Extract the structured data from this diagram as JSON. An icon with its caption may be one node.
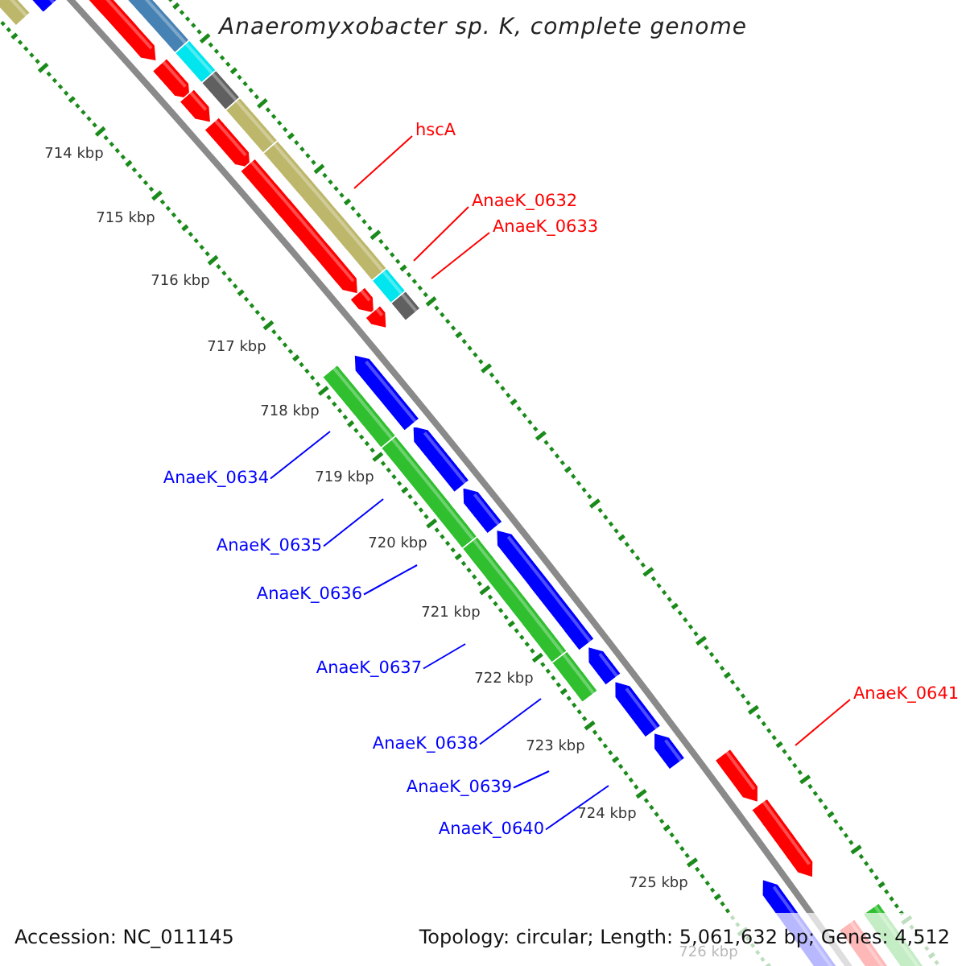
{
  "diagram": {
    "title": "Anaeromyxobacter sp. K, complete genome",
    "nodes": [
      {
        "text": [
          "hscA"
        ]
      },
      {
        "text": [
          "AnaeK_0632"
        ]
      },
      {
        "text": [
          "AnaeK_0633"
        ]
      },
      {
        "text": [
          "AnaeK_0634"
        ]
      },
      {
        "text": [
          "AnaeK_0635"
        ]
      },
      {
        "text": [
          "AnaeK_0636"
        ]
      },
      {
        "text": [
          "AnaeK_0637"
        ]
      },
      {
        "text": [
          "AnaeK_0641"
        ]
      },
      {
        "text": [
          "AnaeK_0638"
        ]
      },
      {
        "text": [
          "AnaeK_0639"
        ]
      },
      {
        "text": [
          "AnaeK_0640"
        ]
      }
    ],
    "edges": [
      {
        "from": 0,
        "to": null,
        "arrow": "none",
        "color": "#ff0000"
      },
      {
        "from": 1,
        "to": null,
        "arrow": "none",
        "color": "#ff0000"
      },
      {
        "from": 2,
        "to": null,
        "arrow": "none",
        "color": "#ff0000"
      },
      {
        "from": 3,
        "to": null,
        "arrow": "none"
      },
      {
        "from": 4,
        "to": null,
        "arrow": "none"
      },
      {
        "from": 5,
        "to": null,
        "arrow": "none"
      },
      {
        "from": 6,
        "to": null,
        "arrow": "none"
      },
      {
        "from": 7,
        "to": null,
        "arrow": "none",
        "color": "#ff0000"
      },
      {
        "from": 8,
        "to": null,
        "arrow": "none"
      },
      {
        "from": 9,
        "to": null,
        "arrow": "none"
      },
      {
        "from": 10,
        "to": null,
        "arrow": "none"
      }
    ],
    "labels": [
      "714 kbp",
      "715 kbp",
      "716 kbp",
      "717 kbp",
      "718 kbp",
      "719 kbp",
      "720 kbp",
      "721 kbp",
      "722 kbp",
      "723 kbp",
      "724 kbp",
      "725 kbp",
      "726 kbp",
      "Accession: NC_011145",
      "Topology: circular; Length: 5,061,632 bp; Genes: 4,512"
    ]
  }
}
